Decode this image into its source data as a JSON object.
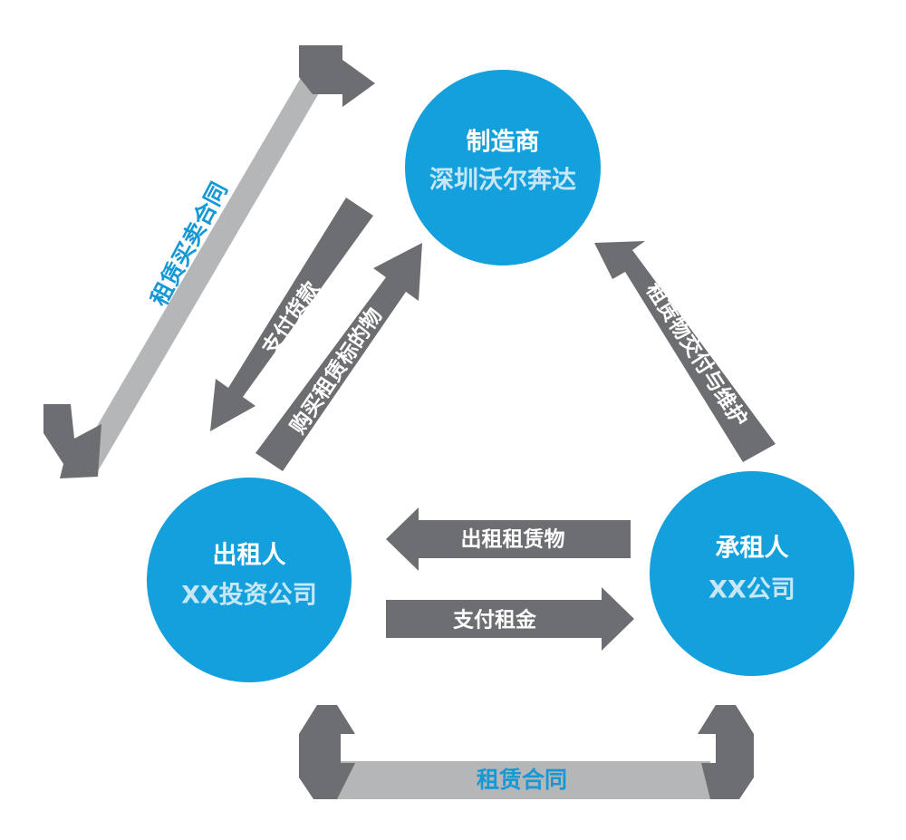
{
  "colors": {
    "circle": "#14a0dd",
    "arrow_dark": "#6d6e71",
    "band_light": "#b5b6b8",
    "band_text": "#1498d6"
  },
  "nodes": {
    "manufacturer": {
      "title": "制造商",
      "subtitle": "深圳沃尔奔达"
    },
    "lessor": {
      "title": "出租人",
      "subtitle": "XX投资公司"
    },
    "lessee": {
      "title": "承租人",
      "subtitle": "XX公司"
    }
  },
  "arrows": {
    "pay_goods": "支付货款",
    "buy_asset": "购买租赁标的物",
    "delivery_maintenance": "租赁物交付与维护",
    "lease_out": "出租租赁物",
    "pay_rent": "支付租金"
  },
  "bands": {
    "purchase_contract": "租赁买卖合同",
    "lease_contract": "租赁合同"
  }
}
